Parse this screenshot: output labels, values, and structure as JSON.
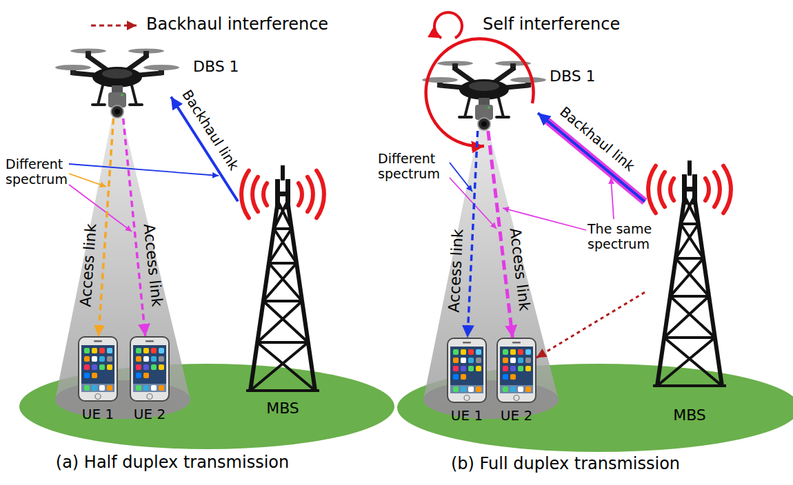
{
  "diagram": {
    "nodes": [
      {
        "text": [
          "DBS 1"
        ]
      },
      {
        "text": [
          "UE 1"
        ]
      },
      {
        "text": [
          "UE 2"
        ]
      },
      {
        "text": [
          "MBS"
        ]
      },
      {
        "text": [
          "DBS 1"
        ]
      },
      {
        "text": [
          "UE 1"
        ]
      },
      {
        "text": [
          "UE 2"
        ]
      },
      {
        "text": [
          "MBS"
        ]
      }
    ],
    "edges": [
      {
        "from": 0,
        "to": 1,
        "arrow": "to",
        "label": "Access link"
      },
      {
        "from": 0,
        "to": 2,
        "arrow": "to",
        "label": "Access link"
      },
      {
        "from": 3,
        "to": 0,
        "arrow": "to",
        "label": "Backhaul link"
      },
      {
        "from": 4,
        "to": 5,
        "arrow": "to",
        "label": "Access link"
      },
      {
        "from": 4,
        "to": 6,
        "arrow": "to",
        "label": "Access link"
      },
      {
        "from": 7,
        "to": 4,
        "arrow": "to",
        "label": "Backhaul link"
      },
      {
        "from": 7,
        "to": 6,
        "arrow": "to"
      }
    ],
    "labels": [
      "Different spectrum",
      "Different spectrum",
      "The same spectrum",
      "(a) Half duplex transmission",
      "(b) Full duplex transmission"
    ],
    "legend": [
      {
        "text": "Backhaul interference"
      },
      {
        "text": "Self interference"
      }
    ]
  }
}
